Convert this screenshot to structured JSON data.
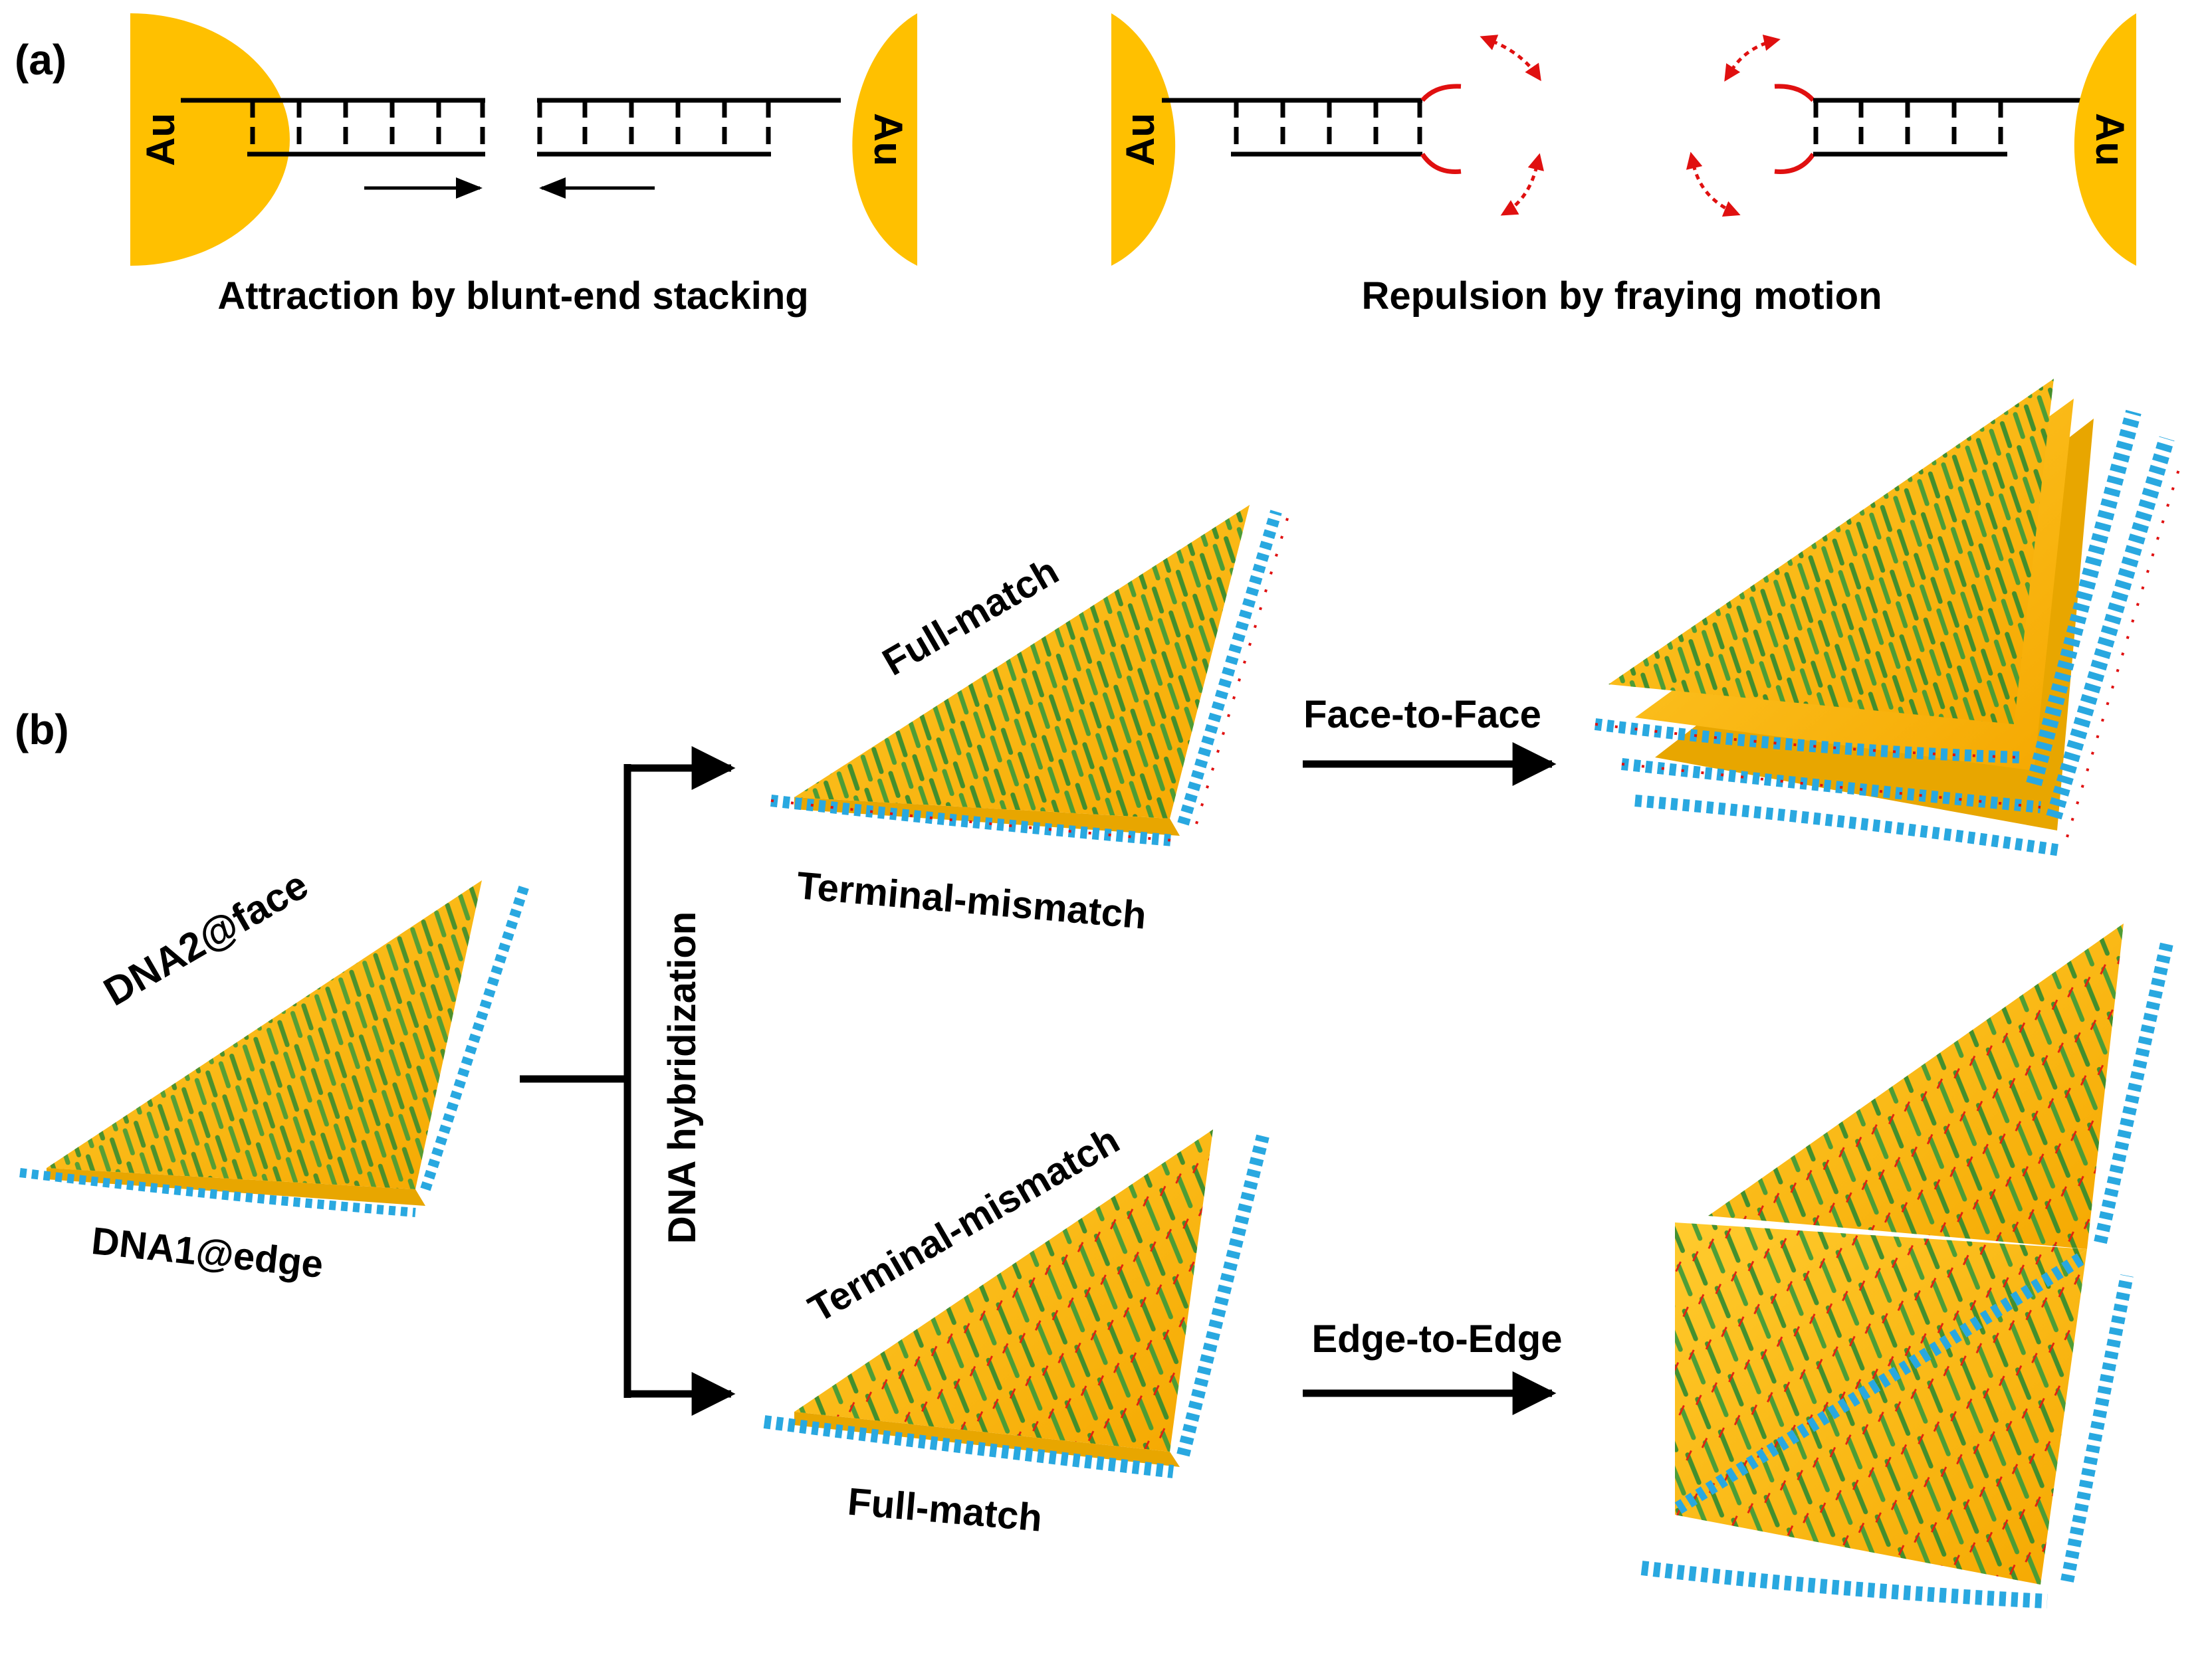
{
  "panel_a": {
    "label": "(a)",
    "au_label": "Au",
    "caption_left": "Attraction by blunt-end stacking",
    "caption_right": "Repulsion by fraying motion"
  },
  "panel_b": {
    "label": "(b)",
    "start_face_label": "DNA2@face",
    "start_edge_label": "DNA1@edge",
    "hybridization_label": "DNA hybridization",
    "top_face_label": "Full-match",
    "top_edge_label": "Terminal-mismatch",
    "bottom_face_label": "Terminal-mismatch",
    "bottom_edge_label": "Full-match",
    "arrow_top_label": "Face-to-Face",
    "arrow_bottom_label": "Edge-to-Edge"
  },
  "colors": {
    "gold": "#FFC000",
    "gold_dark": "#E0A800",
    "dna_green": "#3A9A3A",
    "dna_blue": "#29A8E0",
    "mismatch_red": "#E01010",
    "ink": "#000000"
  }
}
